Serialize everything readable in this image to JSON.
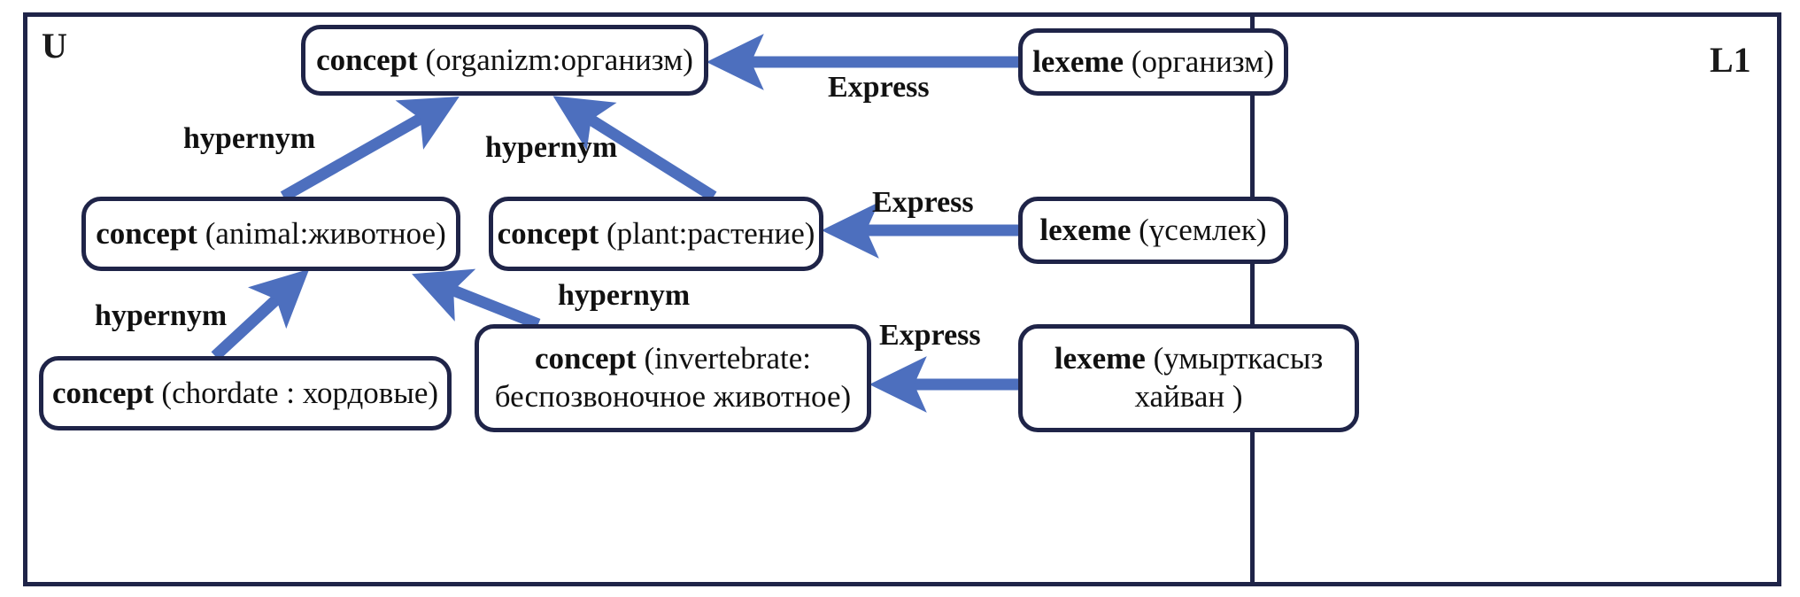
{
  "diagram": {
    "regions": [
      {
        "id": "U",
        "label": "U"
      },
      {
        "id": "L1",
        "label": "L1"
      }
    ],
    "concept_nodes": [
      {
        "id": "organizm",
        "keyword": "concept",
        "value": " (organizm:организм)"
      },
      {
        "id": "animal",
        "keyword": "concept",
        "value": " (animal:животное)"
      },
      {
        "id": "plant",
        "keyword": "concept",
        "value": " (plant:растение)"
      },
      {
        "id": "chordate",
        "keyword": "concept",
        "value": " (chordate : хордовые)"
      },
      {
        "id": "invertebrate",
        "keyword": "concept",
        "value": " (invertebrate: беспозвоночное животное)"
      }
    ],
    "lexeme_nodes": [
      {
        "id": "lex-organizm",
        "keyword": "lexeme",
        "value": " (организм)"
      },
      {
        "id": "lex-usemlek",
        "keyword": "lexeme",
        "value": " (үсемлек)"
      },
      {
        "id": "lex-umyrtkasyz",
        "keyword": "lexeme",
        "value": " (умырткасыз хайван )"
      }
    ],
    "edges": [
      {
        "id": "hyp-1",
        "label": "hypernym",
        "from": "animal",
        "to": "organizm"
      },
      {
        "id": "hyp-2",
        "label": "hypernym",
        "from": "plant",
        "to": "organizm"
      },
      {
        "id": "hyp-3",
        "label": "hypernym",
        "from": "chordate",
        "to": "animal"
      },
      {
        "id": "hyp-4",
        "label": "hypernym",
        "from": "invertebrate",
        "to": "animal"
      },
      {
        "id": "exp-1",
        "label": "Express",
        "from": "lex-organizm",
        "to": "organizm"
      },
      {
        "id": "exp-2",
        "label": "Express",
        "from": "lex-usemlek",
        "to": "plant"
      },
      {
        "id": "exp-3",
        "label": "Express",
        "from": "lex-umyrtkasyz",
        "to": "invertebrate"
      }
    ],
    "colors": {
      "border": "#1f2448",
      "arrow": "#4d6fbe",
      "text": "#111111",
      "background": "#ffffff"
    }
  }
}
